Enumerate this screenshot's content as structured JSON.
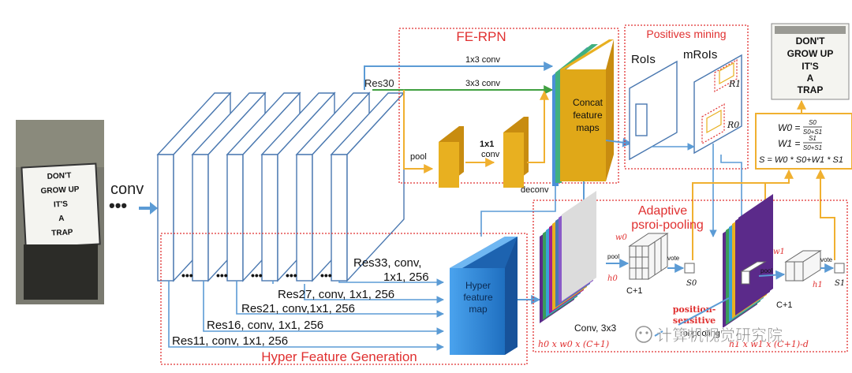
{
  "input_sign_lines": [
    "DON'T",
    "GROW UP",
    "IT'S",
    "A",
    "TRAP"
  ],
  "output_sign_lines": [
    "DON'T",
    "GROW UP",
    "IT'S",
    "A",
    "TRAP"
  ],
  "conv_label": "conv",
  "res30_label": "Res30",
  "res_taps": [
    {
      "line1": "Res33, conv,",
      "line2": "1x1, 256"
    },
    {
      "line1": "Res27, conv, 1x1, 256",
      "line2": ""
    },
    {
      "line1": "Res21, conv,1x1, 256",
      "line2": ""
    },
    {
      "line1": "Res16, conv, 1x1, 256",
      "line2": ""
    },
    {
      "line1": "Res11, conv, 1x1, 256",
      "line2": ""
    }
  ],
  "hyper_generation_title": "Hyper Feature Generation",
  "hyper_map_lines": [
    "Hyper",
    "feature",
    "map"
  ],
  "fe_rpn": {
    "title": "FE-RPN",
    "conv1x3": "1x3 conv",
    "conv3x3": "3x3 conv",
    "pool": "pool",
    "conv1x1_lines": [
      "1x1",
      "conv"
    ],
    "deconv": "deconv",
    "concat_lines": [
      "Concat",
      "feature",
      "maps"
    ]
  },
  "positives_mining": {
    "title": "Positives mining",
    "rois": "RoIs",
    "mrois": "mRoIs",
    "r1": "R1",
    "r0": "R0"
  },
  "weights": {
    "w0_lhs": "W0 =",
    "w0_num": "S0",
    "w0_den": "S0+S1",
    "w1_lhs": "W1 =",
    "w1_num": "S1",
    "w1_den": "S0+S1",
    "s_eq": "S = W0 * S0+W1 * S1"
  },
  "adaptive": {
    "title_lines": [
      "Adaptive",
      "psroi-pooling"
    ],
    "w0": "w0",
    "h0": "h0",
    "w1": "w1",
    "h1": "h1",
    "pool": "pool",
    "vote": "vote",
    "s0": "S0",
    "s1": "S1",
    "c_plus_1": "C+1",
    "position_sensitive_lines": [
      "position-",
      "sensitive"
    ],
    "conv_label": "Conv, 3x3",
    "dims_left": "h0 x w0 x (C+1)",
    "dims_right": "h1 x w1 x (C+1)-d",
    "roi_pooling": "roi pooling"
  },
  "watermark": "计算机视觉研究院",
  "colors": {
    "arrow": "#5b9bd5",
    "box_red": "#e03030",
    "yellow_map": "#e8b020",
    "orange_line": "#f0b030",
    "green": "#40a040",
    "hyper_blue": "#2f86d8",
    "title_red": "#e03030",
    "purple": "#5b2a8a"
  }
}
